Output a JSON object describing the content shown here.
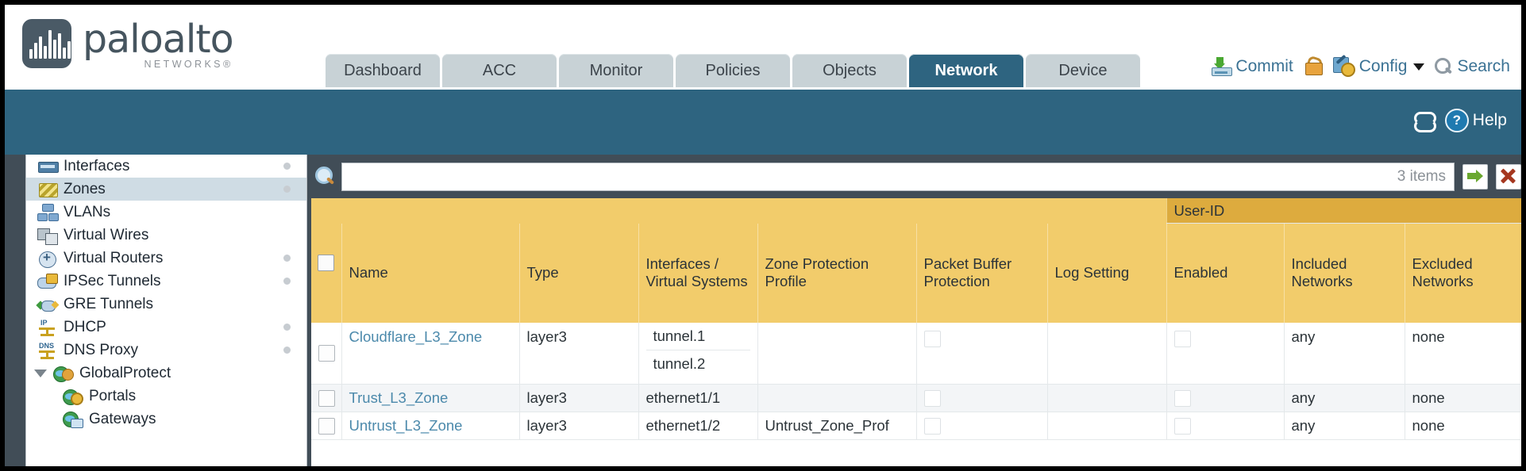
{
  "brand": {
    "name": "paloalto",
    "tagline": "NETWORKS",
    "registered": "®"
  },
  "nav": {
    "tabs": [
      {
        "label": "Dashboard",
        "active": false
      },
      {
        "label": "ACC",
        "active": false
      },
      {
        "label": "Monitor",
        "active": false
      },
      {
        "label": "Policies",
        "active": false
      },
      {
        "label": "Objects",
        "active": false
      },
      {
        "label": "Network",
        "active": true
      },
      {
        "label": "Device",
        "active": false
      }
    ]
  },
  "top_actions": {
    "commit": "Commit",
    "config": "Config",
    "search": "Search"
  },
  "band": {
    "help": "Help"
  },
  "sidebar": {
    "items": [
      {
        "label": "Interfaces",
        "icon": "interfaces-icon",
        "selected": false,
        "dot": true,
        "level": 0
      },
      {
        "label": "Zones",
        "icon": "zones-icon",
        "selected": true,
        "dot": true,
        "level": 0
      },
      {
        "label": "VLANs",
        "icon": "vlans-icon",
        "selected": false,
        "dot": false,
        "level": 0
      },
      {
        "label": "Virtual Wires",
        "icon": "virtual-wires-icon",
        "selected": false,
        "dot": false,
        "level": 0
      },
      {
        "label": "Virtual Routers",
        "icon": "virtual-routers-icon",
        "selected": false,
        "dot": true,
        "level": 0
      },
      {
        "label": "IPSec Tunnels",
        "icon": "ipsec-tunnels-icon",
        "selected": false,
        "dot": true,
        "level": 0
      },
      {
        "label": "GRE Tunnels",
        "icon": "gre-tunnels-icon",
        "selected": false,
        "dot": false,
        "level": 0
      },
      {
        "label": "DHCP",
        "icon": "dhcp-icon",
        "selected": false,
        "dot": true,
        "level": 0
      },
      {
        "label": "DNS Proxy",
        "icon": "dns-proxy-icon",
        "selected": false,
        "dot": true,
        "level": 0
      },
      {
        "label": "GlobalProtect",
        "icon": "globalprotect-icon",
        "selected": false,
        "dot": false,
        "level": 0,
        "expandable": true,
        "expanded": true
      },
      {
        "label": "Portals",
        "icon": "portals-icon",
        "selected": false,
        "dot": false,
        "level": 1
      },
      {
        "label": "Gateways",
        "icon": "gateways-icon",
        "selected": false,
        "dot": false,
        "level": 1
      }
    ]
  },
  "search": {
    "value": "",
    "items_count": "3 items"
  },
  "table": {
    "group_header": "User-ID",
    "columns": [
      "Name",
      "Type",
      "Interfaces / Virtual Systems",
      "Zone Protection Profile",
      "Packet Buffer Protection",
      "Log Setting",
      "Enabled",
      "Included Networks",
      "Excluded Networks"
    ],
    "rows": [
      {
        "name": "Cloudflare_L3_Zone",
        "type": "layer3",
        "interfaces": [
          "tunnel.1",
          "tunnel.2"
        ],
        "zone_protection_profile": "",
        "packet_buffer_protection": false,
        "log_setting": "",
        "userid_enabled": false,
        "included_networks": "any",
        "excluded_networks": "none"
      },
      {
        "name": "Trust_L3_Zone",
        "type": "layer3",
        "interfaces": [
          "ethernet1/1"
        ],
        "zone_protection_profile": "",
        "packet_buffer_protection": false,
        "log_setting": "",
        "userid_enabled": false,
        "included_networks": "any",
        "excluded_networks": "none"
      },
      {
        "name": "Untrust_L3_Zone",
        "type": "layer3",
        "interfaces": [
          "ethernet1/2"
        ],
        "zone_protection_profile": "Untrust_Zone_Prof",
        "packet_buffer_protection": false,
        "log_setting": "",
        "userid_enabled": false,
        "included_networks": "any",
        "excluded_networks": "none"
      }
    ]
  },
  "colors": {
    "brand_blue": "#2e6480",
    "header_yellow": "#f2cc6b",
    "group_yellow": "#ddab3e",
    "dark_panel": "#414d57",
    "link_blue": "#4b89ab"
  }
}
